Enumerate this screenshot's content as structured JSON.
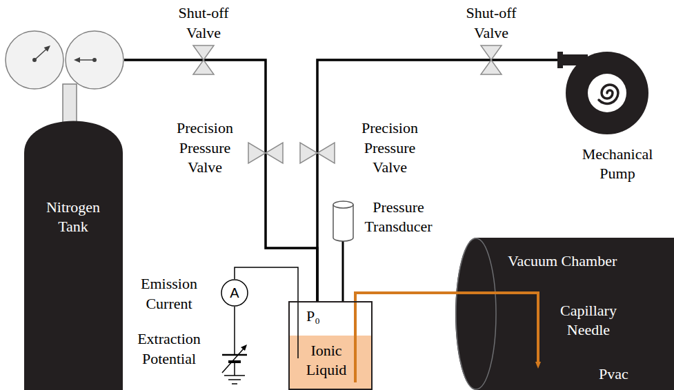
{
  "diagram": {
    "nodes": [
      {
        "text": [
          "Nitrogen Tank"
        ]
      },
      {
        "text": [
          "Mechanical Pump"
        ]
      },
      {
        "text": [
          "Pressure Transducer"
        ]
      },
      {
        "text": [
          "A"
        ]
      },
      {
        "text": [
          "P₀",
          "Ionic Liquid"
        ]
      },
      {
        "text": [
          "Vacuum Chamber",
          "Capillary Needle",
          "Pvac"
        ]
      }
    ],
    "edges": [
      {
        "from": 0,
        "to": 4,
        "arrow": "none"
      },
      {
        "from": 1,
        "to": 4,
        "arrow": "none"
      },
      {
        "from": 2,
        "to": 4,
        "arrow": "none"
      },
      {
        "from": 3,
        "to": 4,
        "arrow": "none"
      },
      {
        "from": 4,
        "to": 5,
        "arrow": "none"
      }
    ],
    "labels": [
      "Shut-off Valve",
      "Shut-off Valve",
      "Precision Pressure Valve",
      "Precision Pressure Valve",
      "Emission Current",
      "Extraction Potential"
    ]
  }
}
